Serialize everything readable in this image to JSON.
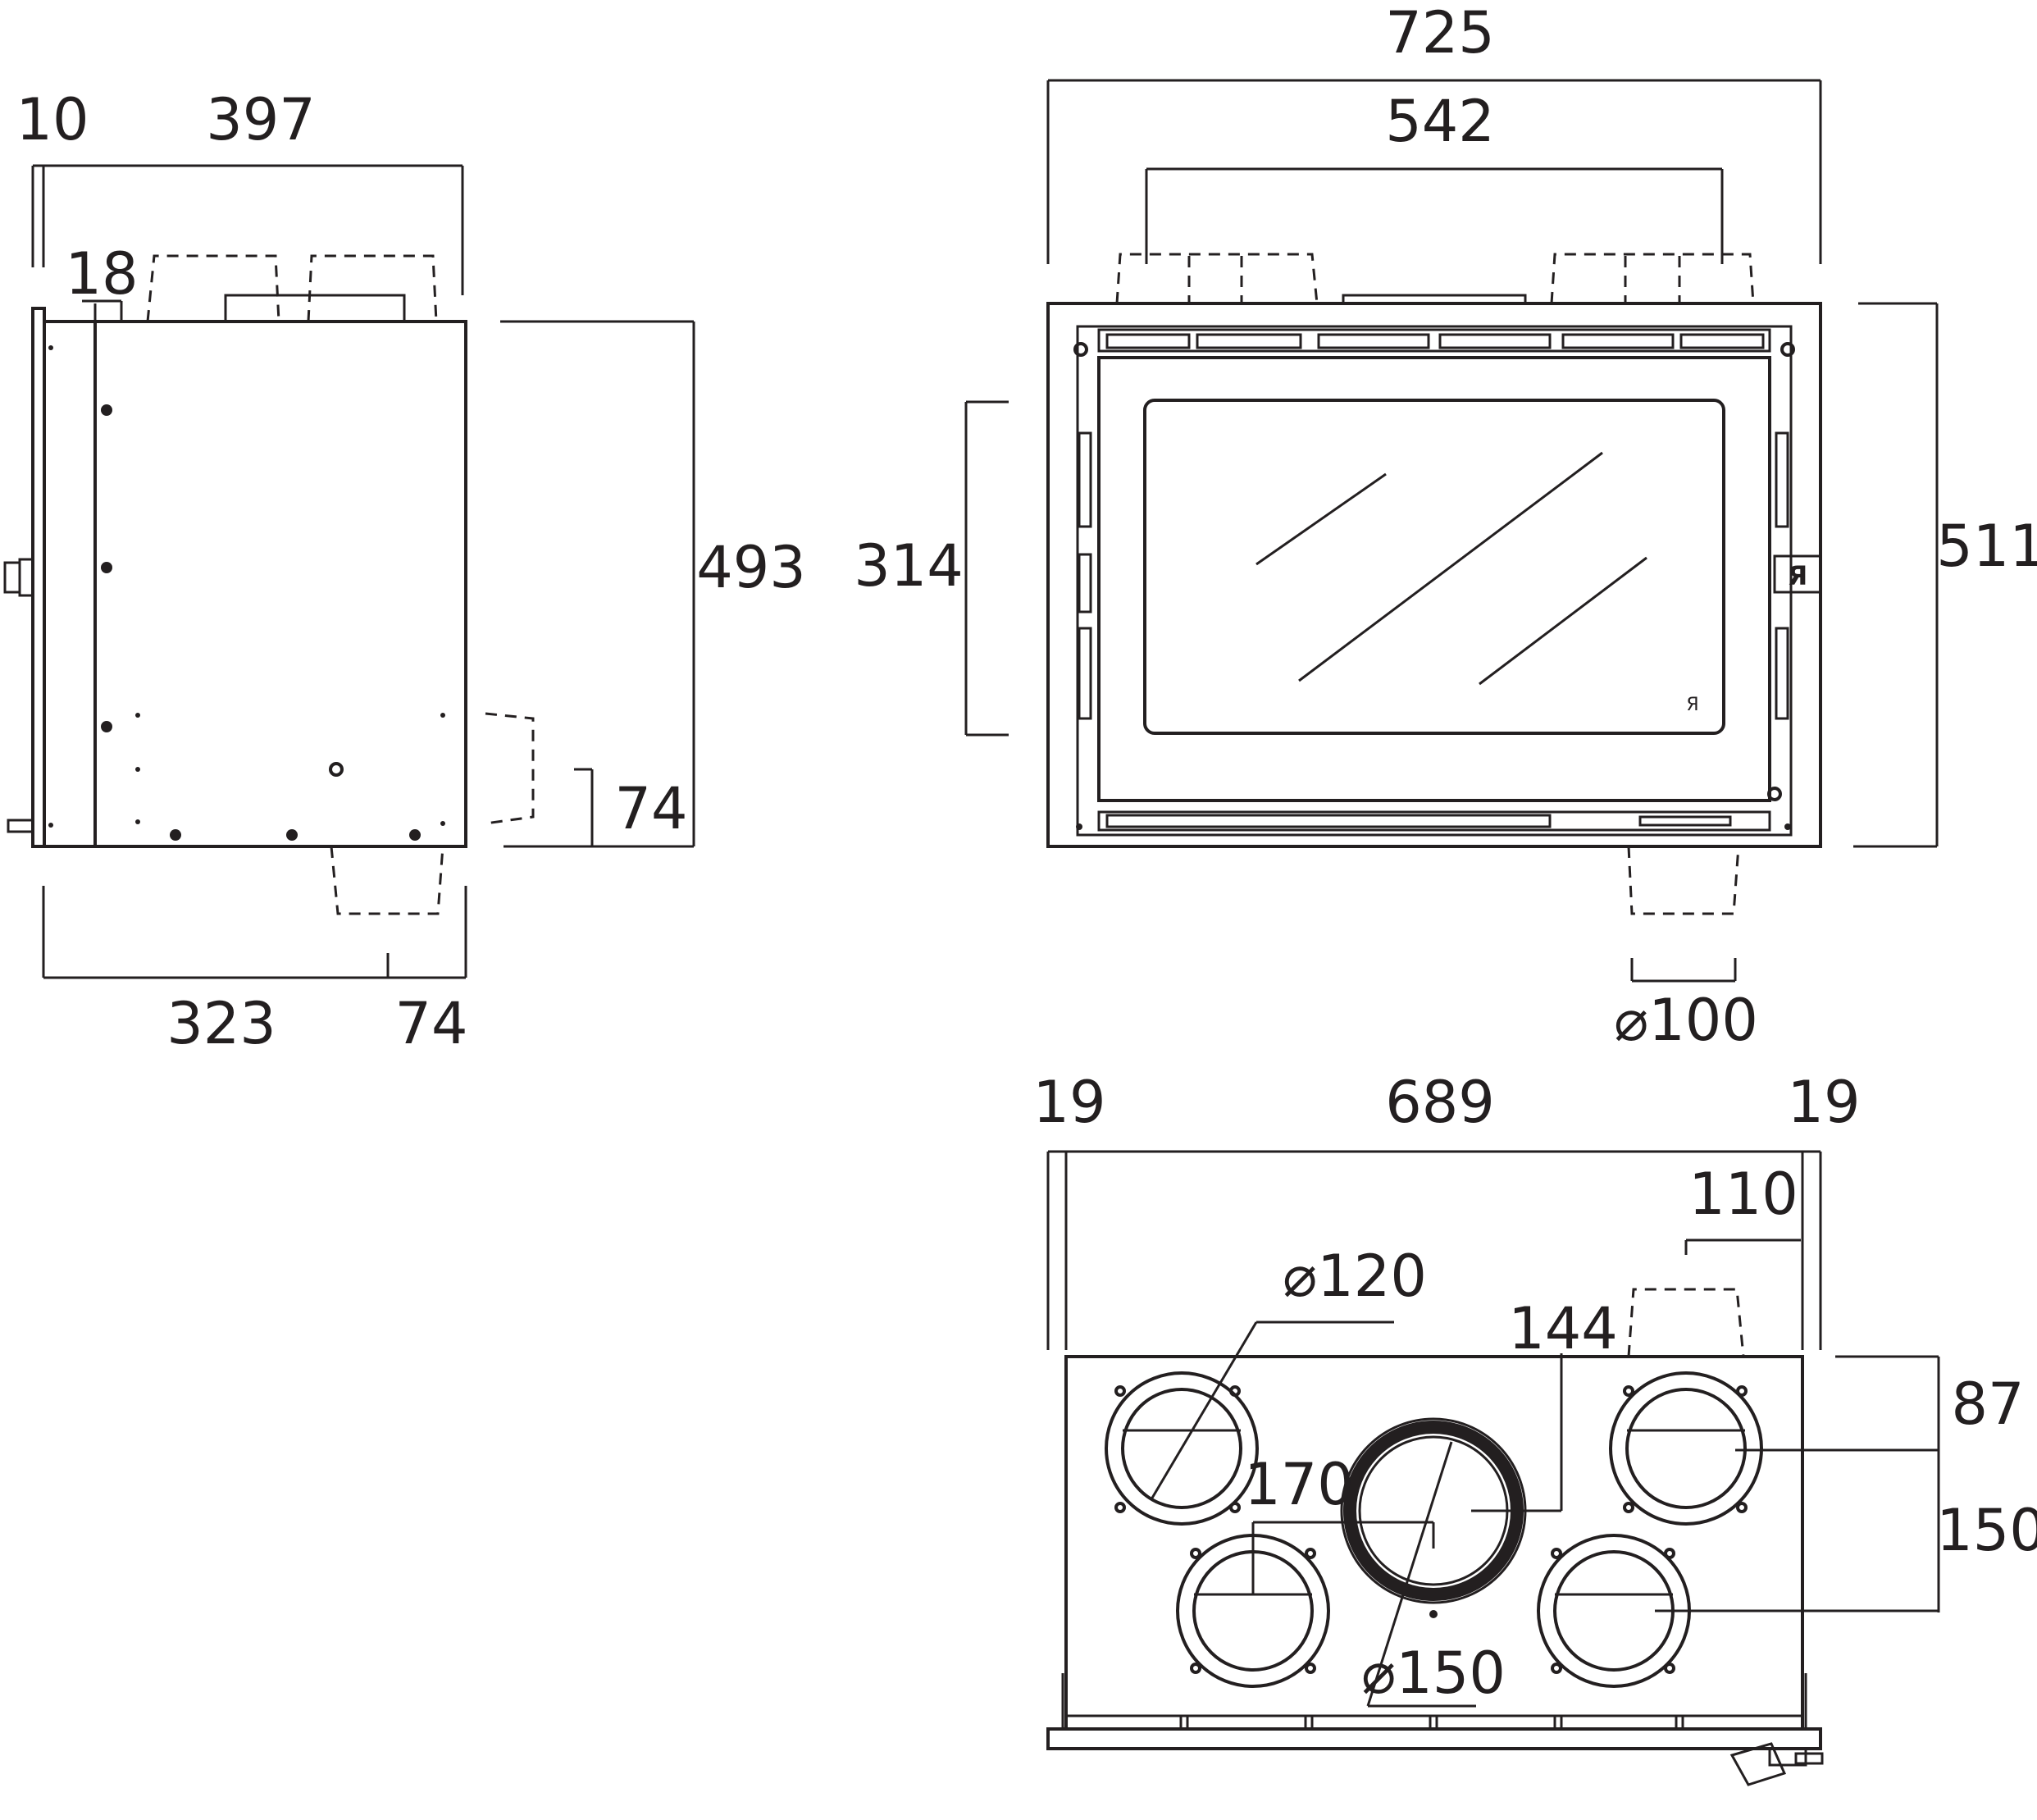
{
  "side_view": {
    "dims": {
      "front_thickness": "10",
      "depth_total": "397",
      "top_offset": "18",
      "height": "493",
      "bottom_outlet": "74",
      "base_depth": "323",
      "base_rear": "74"
    }
  },
  "front_view": {
    "dims": {
      "width_total": "725",
      "inner_width": "542",
      "glass_height": "314",
      "height_total": "511",
      "outlet_diameter": "⌀100"
    }
  },
  "top_view": {
    "dims": {
      "side_left": "19",
      "width_inner": "689",
      "side_right": "19",
      "outlet_offset": "110",
      "duct_diameter_small": "⌀120",
      "flue_offset": "144",
      "flue_depth": "170",
      "flue_diameter": "⌀150",
      "rear_offset": "87",
      "duct_spacing": "150"
    }
  },
  "colors": {
    "line": "#231f20",
    "background": "#ffffff"
  }
}
